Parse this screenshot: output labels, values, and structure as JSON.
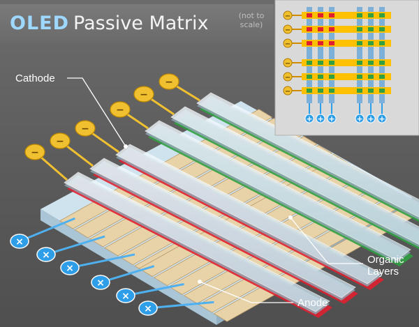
{
  "title": {
    "brand": "OLED",
    "text": "Passive Matrix",
    "note": "(not to scale)"
  },
  "labels": {
    "cathode": "Cathode",
    "organic": "Organic Layers",
    "anode": "Anode"
  },
  "signs": {
    "negative": "−",
    "positive": "+"
  },
  "colors": {
    "background": "#5d5d5d",
    "cathode_terminal": "#f0c030",
    "anode_terminal": "#2e9ee8",
    "organic_red": "#e02030",
    "organic_green": "#30a040",
    "anode_strip": "#e8d2a8",
    "inset_panel": "#d9d9d9",
    "inset_grid": "#ffc000"
  },
  "counts": {
    "cathodes": 6,
    "anodes": 6
  }
}
